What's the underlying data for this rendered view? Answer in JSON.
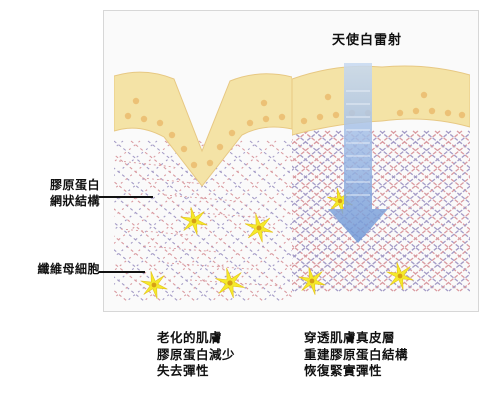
{
  "labels": {
    "collagen_network": [
      "膠原蛋白",
      "網狀結構"
    ],
    "fibroblast": "纖維母細胞",
    "laser": "天使白雷射"
  },
  "captions": {
    "left": [
      "老化的肌膚",
      "膠原蛋白減少",
      "失去彈性"
    ],
    "right": [
      "穿透肌膚真皮層",
      "重建膠原蛋白結構",
      "恢復緊實彈性"
    ]
  },
  "colors": {
    "epidermis": "#f4e3a6",
    "epidermis_dots": "#e9b566",
    "fiber_red": "#d99aa0",
    "fiber_purple": "#a49bc6",
    "cell": "#f5ea2a",
    "cell_core": "#d6a017",
    "laser": "#8fb3e2"
  },
  "icons": {
    "fibroblast": "star-cell-icon",
    "laser": "down-arrow-icon"
  }
}
